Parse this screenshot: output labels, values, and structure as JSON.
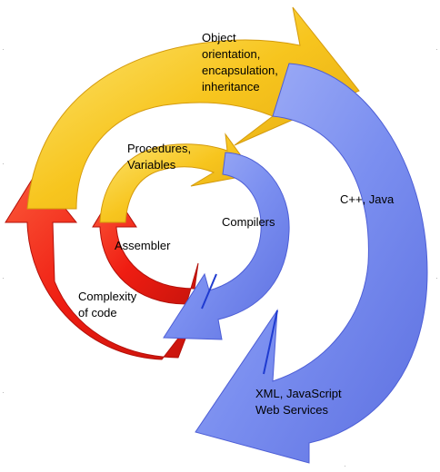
{
  "labels": {
    "oop": [
      "Object",
      "orientation,",
      "encapsulation,",
      "inheritance"
    ],
    "procedures": [
      "Procedures,",
      "Variables"
    ],
    "cpp": "C++, Java",
    "compilers": "Compilers",
    "assembler": "Assembler",
    "complexity": [
      "Complexity",
      "of code"
    ],
    "xml": [
      "XML, JavaScript",
      "Web Services"
    ]
  },
  "colors": {
    "yellow": "#f7c51e",
    "yellow_light": "#fbe36a",
    "yellow_dark": "#d49a0c",
    "blue": "#7b8ff0",
    "blue_light": "#a7b4f7",
    "blue_dark": "#4d5ed6",
    "red": "#ef1d12",
    "red_light": "#f86a4a",
    "red_dark": "#b3100a"
  }
}
